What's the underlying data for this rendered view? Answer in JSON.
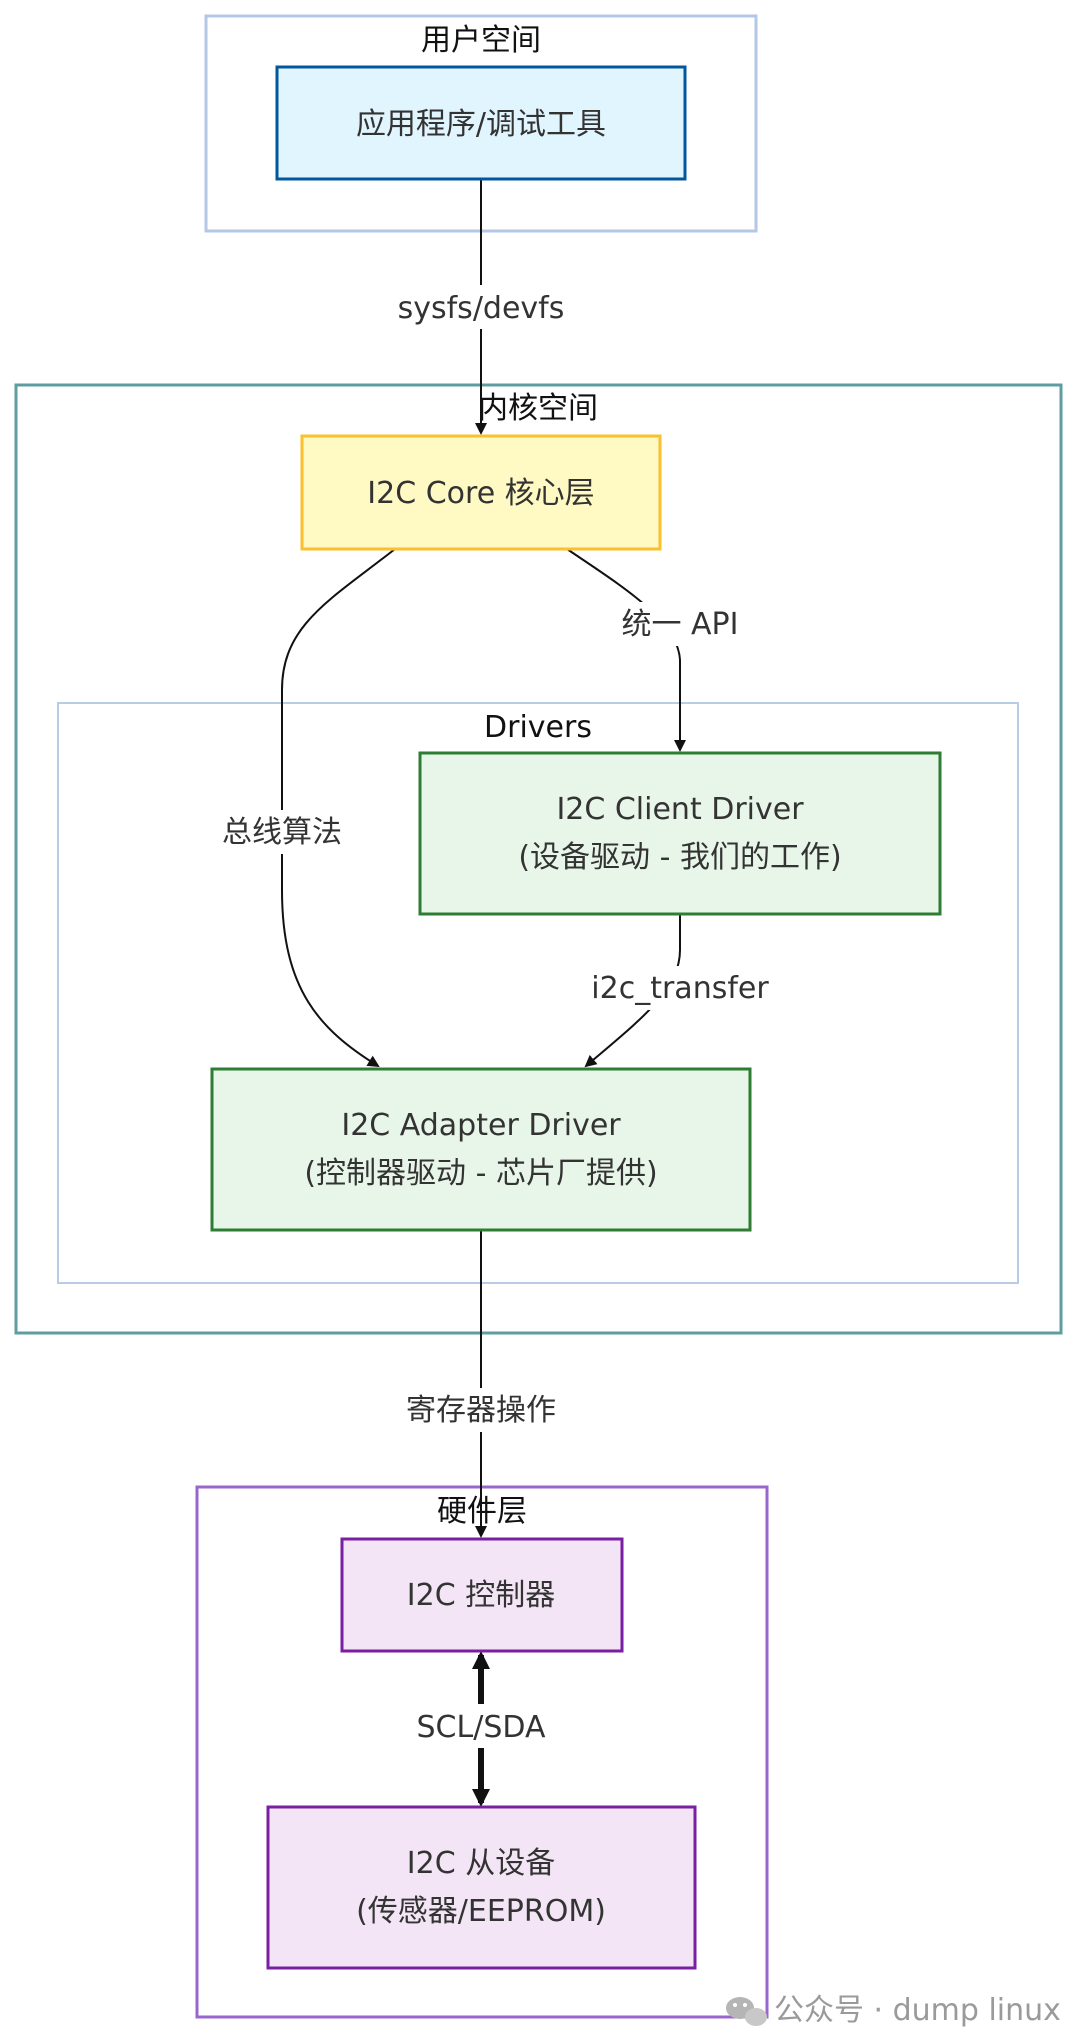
{
  "groups": {
    "user_space": "用户空间",
    "kernel_space": "内核空间",
    "drivers": "Drivers",
    "hardware": "硬件层"
  },
  "nodes": {
    "app": "应用程序/调试工具",
    "core": "I2C Core 核心层",
    "client_line1": "I2C Client Driver",
    "client_line2": "(设备驱动 - 我们的工作)",
    "adapter_line1": "I2C Adapter Driver",
    "adapter_line2": "(控制器驱动 - 芯片厂提供)",
    "controller": "I2C 控制器",
    "slave_line1": "I2C 从设备",
    "slave_line2": "(传感器/EEPROM)"
  },
  "edges": {
    "sysfs": "sysfs/devfs",
    "unified_api": "统一 API",
    "bus_algo": "总线算法",
    "i2c_transfer": "i2c_transfer",
    "register_ops": "寄存器操作",
    "scl_sda": "SCL/SDA"
  },
  "watermark": {
    "text": "公众号 · dump linux",
    "icon": "wechat-icon"
  },
  "colors": {
    "user_group_border": "#b3c7e6",
    "kernel_group_border": "#5f9ea0",
    "drivers_group_border": "#b8cce4",
    "hardware_group_border": "#9966cc",
    "app_fill": "#e1f5fe",
    "app_border": "#01579b",
    "core_fill": "#fff9c4",
    "core_border": "#fbc02d",
    "driver_fill": "#e8f5e9",
    "driver_border": "#2e7d32",
    "hw_fill": "#f3e5f5",
    "hw_border": "#7b1fa2"
  }
}
